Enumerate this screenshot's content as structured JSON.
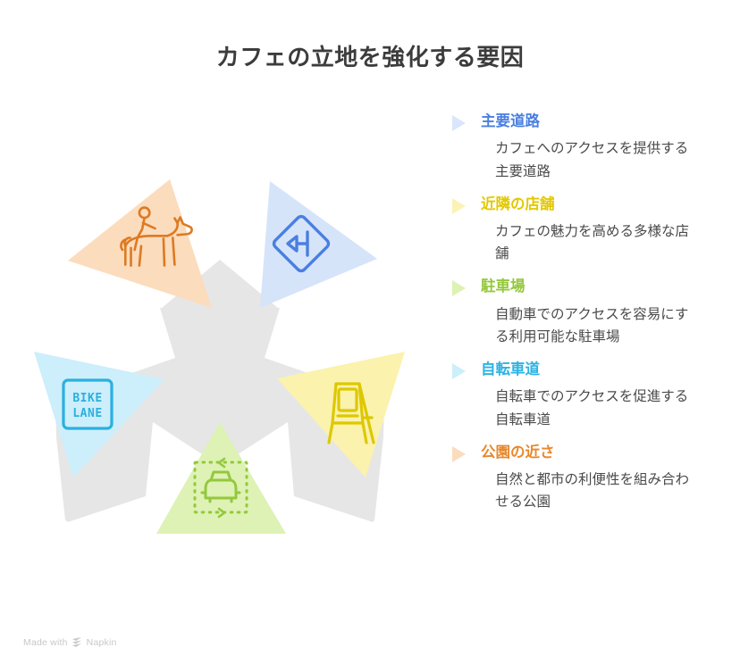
{
  "page": {
    "title": "カフェの立地を強化する要因",
    "background": "#ffffff",
    "title_color": "#3c3c3c"
  },
  "watermark": {
    "prefix": "Made with",
    "brand": "Napkin",
    "logo_icon": "napkin-logo-icon",
    "color": "#c8c8c8"
  },
  "chart_data": {
    "type": "diagram",
    "subtype": "radial-star-pentagon",
    "title": "カフェの立地を強化する要因",
    "center": {
      "shape": "pentagon-star",
      "fill": "#e6e6e6",
      "label": ""
    },
    "segments": [
      {
        "id": "main-road",
        "title": "主要道路",
        "description": "カフェへのアクセスを提供する主要道路",
        "color": "#4a7fe0",
        "fill": "#d6e4fa",
        "arrow_color": "#d6e4fa",
        "icon": "road-sign-junction-icon",
        "position": "top-right"
      },
      {
        "id": "nearby-shops",
        "title": "近隣の店舗",
        "description": "カフェの魅力を高める多様な店舗",
        "color": "#e8ce00",
        "fill": "#fbf2ae",
        "arrow_color": "#fbf2ae",
        "icon": "sandwich-board-sign-icon",
        "position": "right"
      },
      {
        "id": "parking",
        "title": "駐車場",
        "description": "自動車でのアクセスを容易にする利用可能な駐車場",
        "color": "#96c93d",
        "fill": "#ddf2b4",
        "arrow_color": "#ddf2b4",
        "icon": "parking-car-icon",
        "position": "bottom"
      },
      {
        "id": "bike-lane",
        "title": "自転車道",
        "description": "自転車でのアクセスを促進する自転車道",
        "color": "#2ab0e0",
        "fill": "#cdeefb",
        "arrow_color": "#cdeefb",
        "icon": "bike-lane-sign-icon",
        "position": "left"
      },
      {
        "id": "park-proximity",
        "title": "公園の近さ",
        "description": "自然と都市の利便性を組み合わせる公園",
        "color": "#e8882a",
        "fill": "#fbdcbd",
        "arrow_color": "#fbdcbd",
        "icon": "horse-rider-icon",
        "position": "top-left"
      }
    ]
  },
  "legend": {
    "items": [
      {
        "title": "主要道路",
        "description": "カフェへのアクセスを提供する主要道路",
        "color": "#4a7fe0",
        "arrow_color": "#d9e6fb"
      },
      {
        "title": "近隣の店舗",
        "description": "カフェの魅力を高める多様な店舗",
        "color": "#e3c800",
        "arrow_color": "#fbf3b5"
      },
      {
        "title": "駐車場",
        "description": "自動車でのアクセスを容易にする利用可能な駐車場",
        "color": "#94c83d",
        "arrow_color": "#ddf2b4"
      },
      {
        "title": "自転車道",
        "description": "自転車でのアクセスを促進する自転車道",
        "color": "#2cb3e3",
        "arrow_color": "#cdeefb"
      },
      {
        "title": "公園の近さ",
        "description": "自然と都市の利便性を組み合わせる公園",
        "color": "#e8882a",
        "arrow_color": "#fbdcbd"
      }
    ]
  },
  "icons": {
    "bike_lane_line1": "BIKE",
    "bike_lane_line2": "LANE"
  }
}
